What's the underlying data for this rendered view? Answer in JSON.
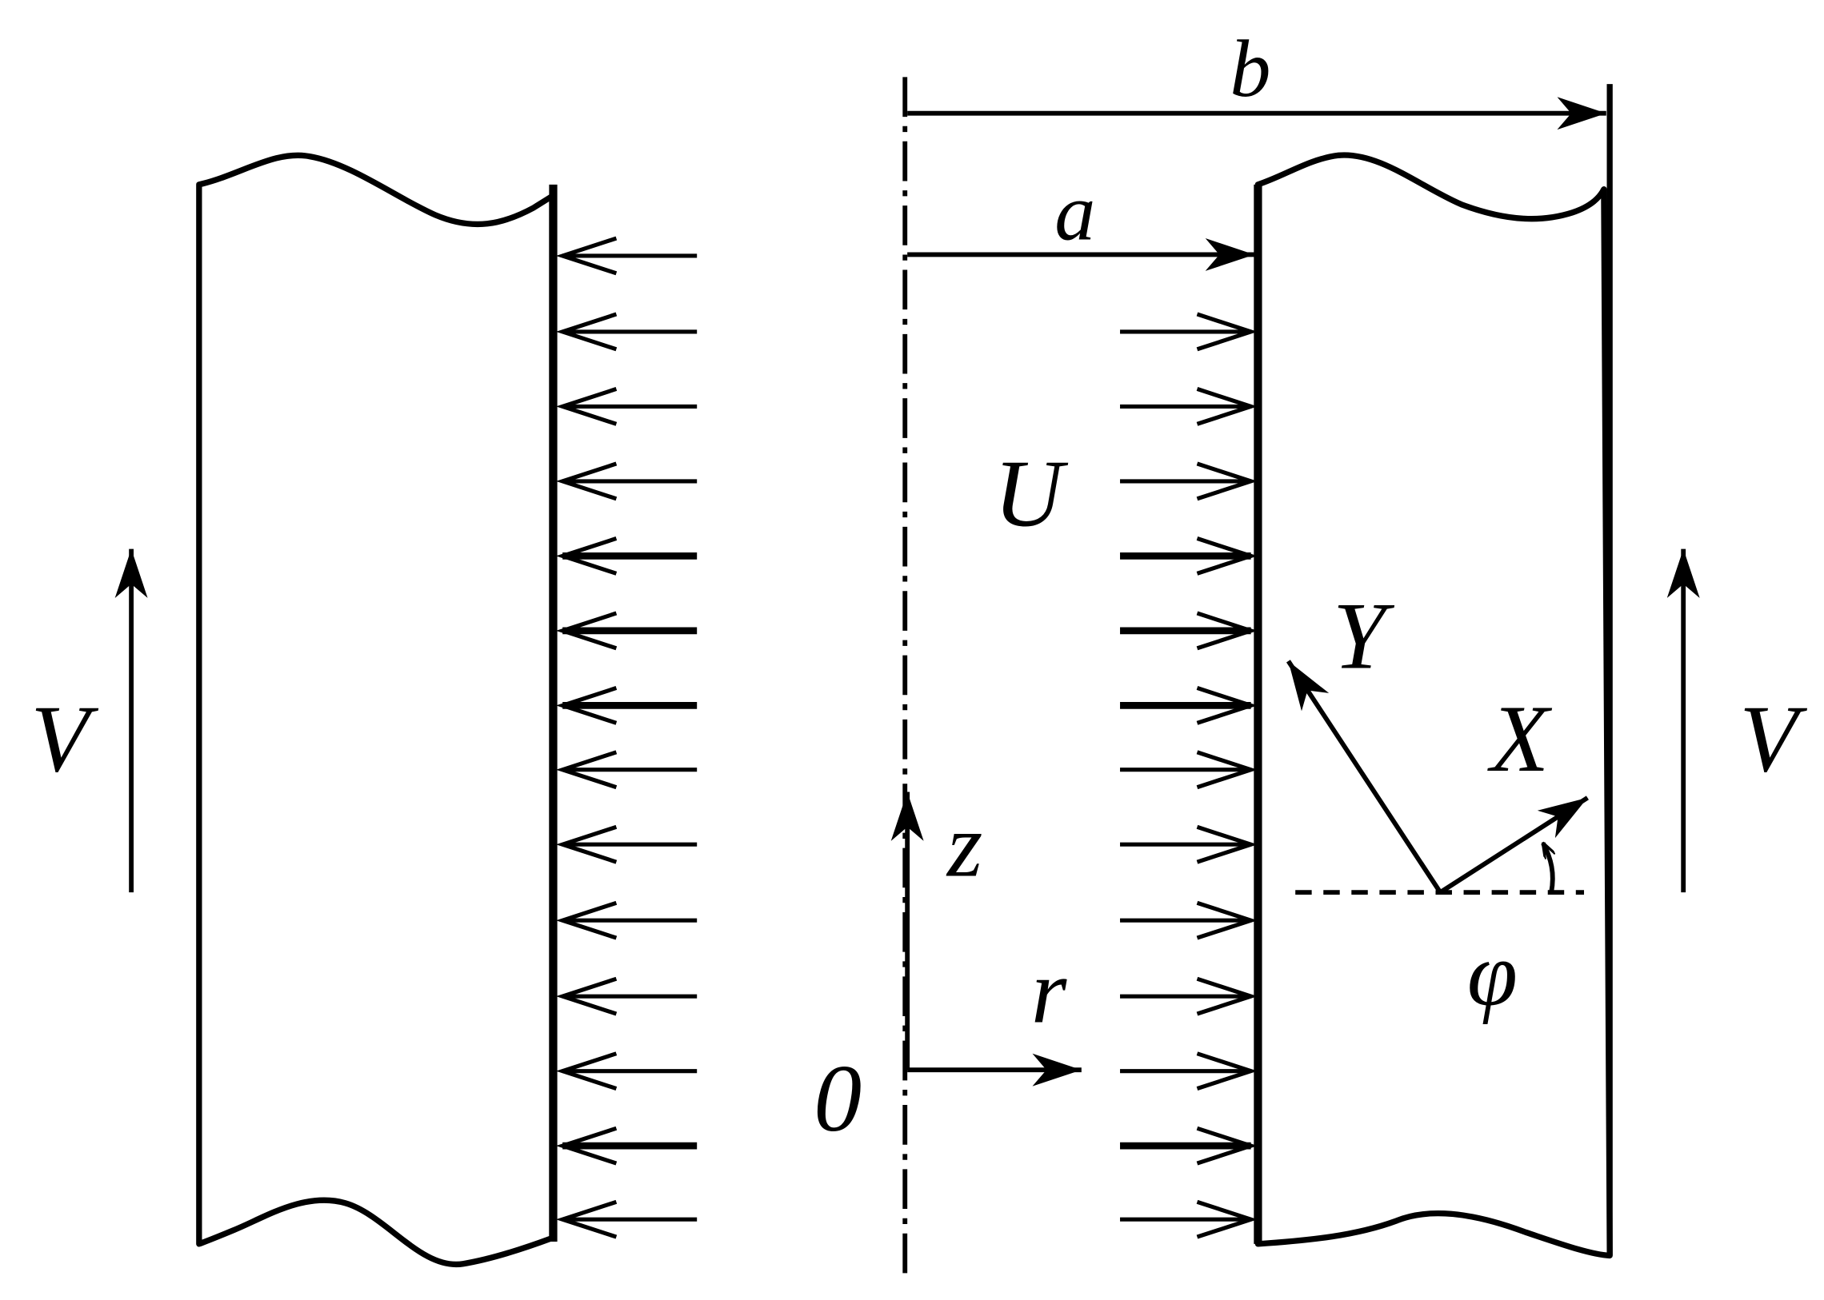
{
  "labels": {
    "b": "b",
    "a": "a",
    "U": "U",
    "V_left": "V",
    "V_right": "V",
    "Y": "Y",
    "X": "X",
    "z": "z",
    "r": "r",
    "origin": "0",
    "phi": "φ"
  },
  "colors": {
    "ink": "#000000",
    "background": "#ffffff"
  }
}
